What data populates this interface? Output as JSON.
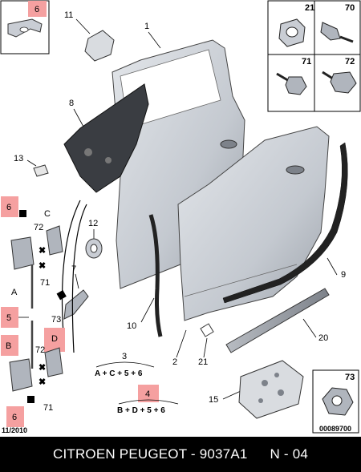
{
  "callouts": {
    "n1": "1",
    "n2": "2",
    "n3": "3",
    "n4": "4",
    "n5": "5",
    "n6_top": "6",
    "n6_left": "6",
    "n6_bottom": "6",
    "n7": "7",
    "n8": "8",
    "n9": "9",
    "n10": "10",
    "n11": "11",
    "n12": "12",
    "n13": "13",
    "n15": "15",
    "n20": "20",
    "n21": "21",
    "n21_bottom": "21",
    "n70": "70",
    "n71": "71",
    "n72": "72",
    "n73": "73",
    "n71_upper": "71",
    "n72_upper": "72",
    "n73_mid": "73",
    "n71_lower": "71",
    "n72_lower": "72",
    "a": "A",
    "b": "B",
    "c": "C",
    "d": "D"
  },
  "formulas": {
    "f3": "A + C + 5 + 6",
    "f4": "B + D + 5 + 6"
  },
  "date_code": "11/2010",
  "part_code": "00089700",
  "footer": {
    "title": "CITROEN PEUGEOT - 9037A1",
    "page": "N - 04"
  },
  "colors": {
    "highlight": "#f5a0a0",
    "door": "#c9cdd4",
    "footer": "#000000"
  }
}
